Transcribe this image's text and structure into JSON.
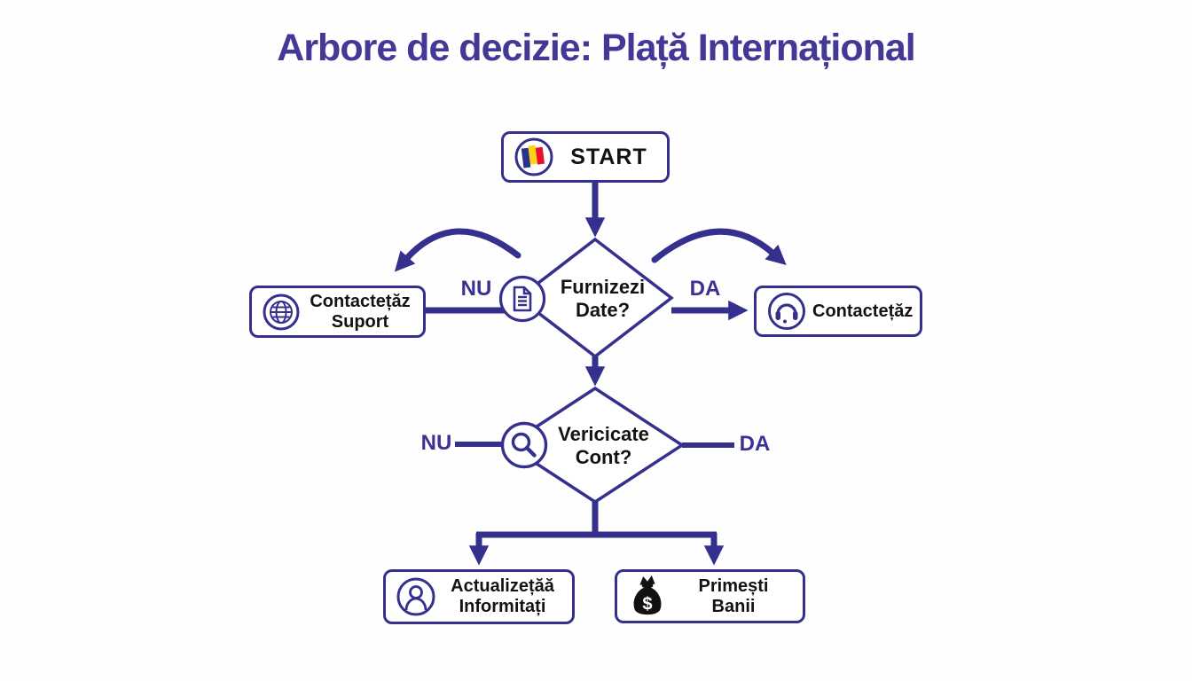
{
  "title": "Arbore de decizie: Plață Internațional",
  "nodes": {
    "start": {
      "label": "START"
    },
    "decision1": {
      "line1": "Furnizezi",
      "line2": "Date?"
    },
    "support": {
      "line1": "Contactețăz",
      "line2": "Suport"
    },
    "contact": {
      "label": "Contactețăz"
    },
    "decision2": {
      "line1": "Vericicate",
      "line2": "Cont?"
    },
    "update": {
      "line1": "Actualizețăă",
      "line2": "Informitați"
    },
    "receive": {
      "line1": "Primești",
      "line2": "Banii"
    }
  },
  "edges": {
    "d1_no": "NU",
    "d1_yes": "DA",
    "d2_no": "NU",
    "d2_yes": "DA"
  },
  "icons": {
    "start": "romania-flag-icon",
    "decision1": "document-icon",
    "support": "globe-icon",
    "contact": "headset-icon",
    "decision2": "magnifier-icon",
    "update": "person-icon",
    "receive": "money-bag-icon",
    "currency_symbol": "$"
  },
  "colors": {
    "accent": "#35308d",
    "title": "#443896",
    "text": "#131313",
    "flag_blue": "#27348b",
    "flag_yellow": "#fcd116",
    "flag_red": "#e8112d",
    "money_bag": "#111111"
  }
}
